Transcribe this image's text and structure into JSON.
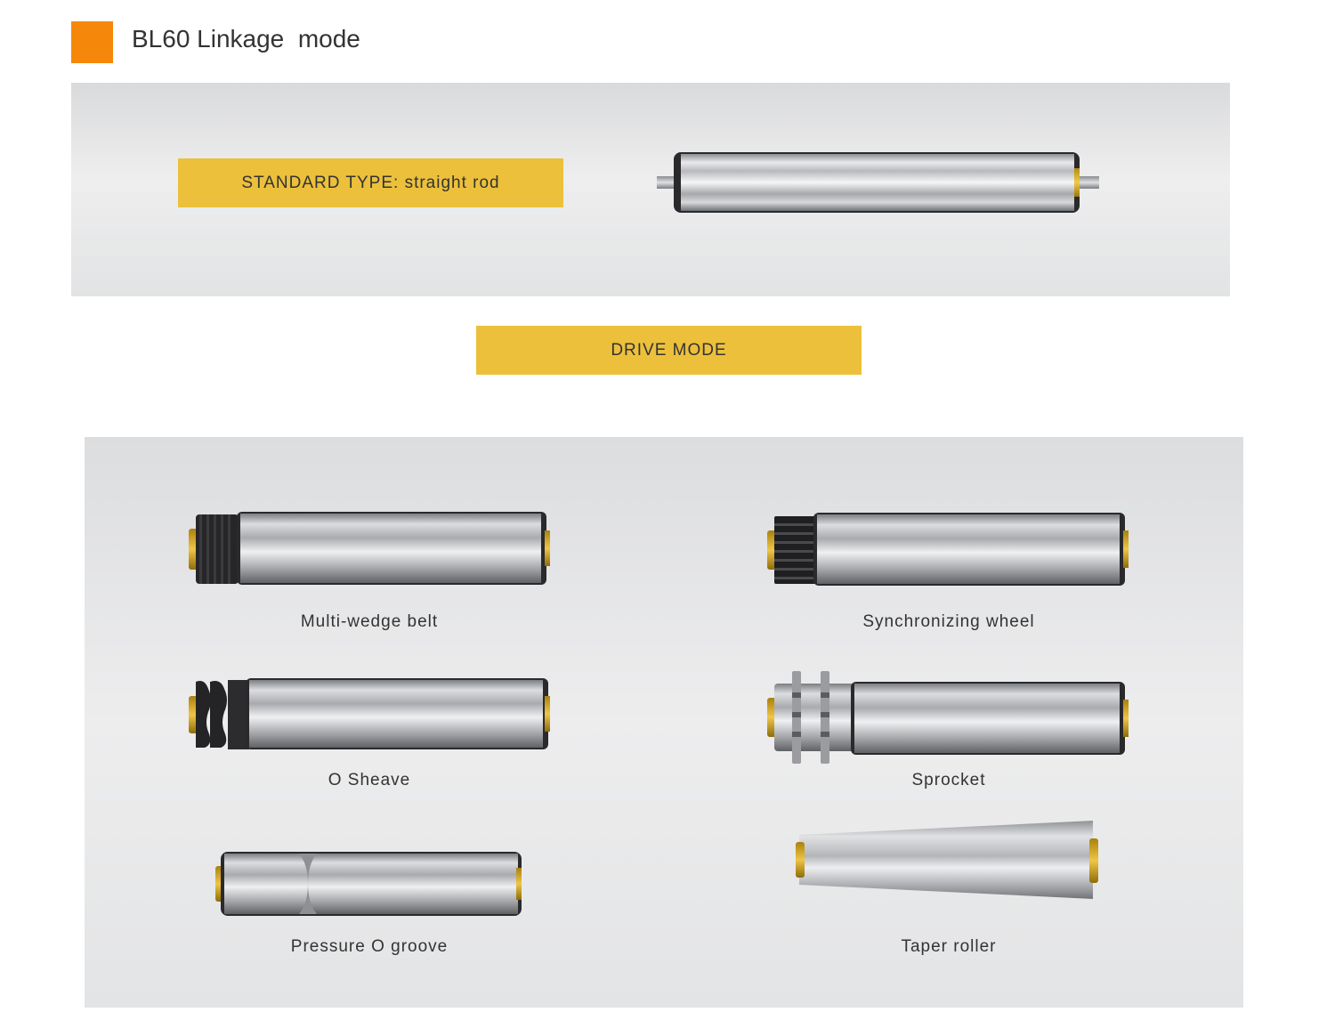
{
  "page": {
    "title": "BL60 Linkage  mode",
    "accent_color": "#F5880A",
    "tag_color": "#ECC03B"
  },
  "standard": {
    "label": "STANDARD TYPE: straight rod"
  },
  "drive": {
    "label": "DRIVE MODE"
  },
  "products": [
    {
      "label": "Multi-wedge belt",
      "icon": "multi-wedge-belt-roller-icon"
    },
    {
      "label": "Synchronizing wheel",
      "icon": "synchronizing-wheel-roller-icon"
    },
    {
      "label": "O Sheave",
      "icon": "o-sheave-roller-icon"
    },
    {
      "label": "Sprocket",
      "icon": "sprocket-roller-icon"
    },
    {
      "label": "Pressure O groove",
      "icon": "pressure-o-groove-roller-icon"
    },
    {
      "label": "Taper roller",
      "icon": "taper-roller-icon"
    }
  ]
}
